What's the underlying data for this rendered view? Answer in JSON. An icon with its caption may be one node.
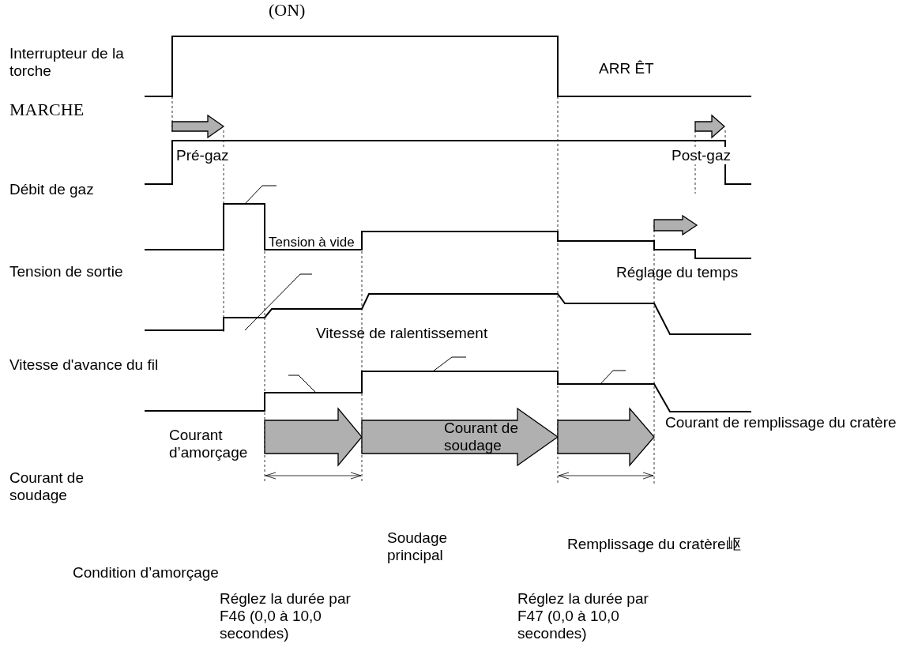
{
  "diagram": {
    "labels": [
      "(ON)",
      "Interrupteur de la torche",
      "ARR ÊT",
      "MARCHE",
      "Pré-gaz",
      "Post-gaz",
      "Débit de gaz",
      "Tension à vide",
      "Réglage du temps",
      "Tension de sortie",
      "Vitesse de ralentissement",
      "Vitesse d'avance du fil",
      "Courant de soudage",
      "Courant de remplissage du cratère",
      "Courant d’amorçage",
      "Courant de soudage",
      "Soudage principal",
      "Remplissage du cratère岖",
      "Condition d’amorçage",
      "Réglez la durée par F46 (0,0 à 10,0 secondes)",
      "Réglez la durée par F47 (0,0 à 10,0 secondes)"
    ]
  }
}
